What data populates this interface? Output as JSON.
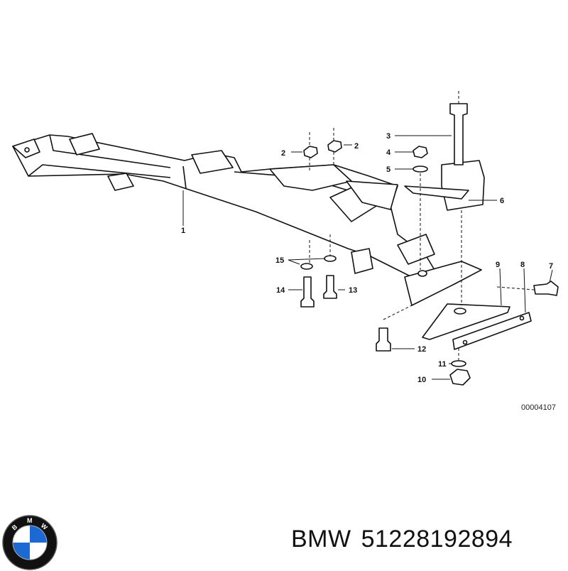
{
  "diagram": {
    "reference_code": "00004107",
    "part_labels": {
      "p1": "1",
      "p2a": "2",
      "p2b": "2",
      "p3": "3",
      "p4": "4",
      "p5": "5",
      "p6": "6",
      "p7": "7",
      "p8": "8",
      "p9": "9",
      "p10": "10",
      "p11": "11",
      "p12": "12",
      "p13": "13",
      "p14": "14",
      "p15": "15"
    }
  },
  "footer": {
    "brand": "BMW",
    "part_number": "51228192894"
  },
  "logo": {
    "letters": [
      "B",
      "M",
      "W"
    ],
    "colors": {
      "ring": "#111111",
      "blue": "#1c69d4",
      "white": "#ffffff"
    }
  }
}
